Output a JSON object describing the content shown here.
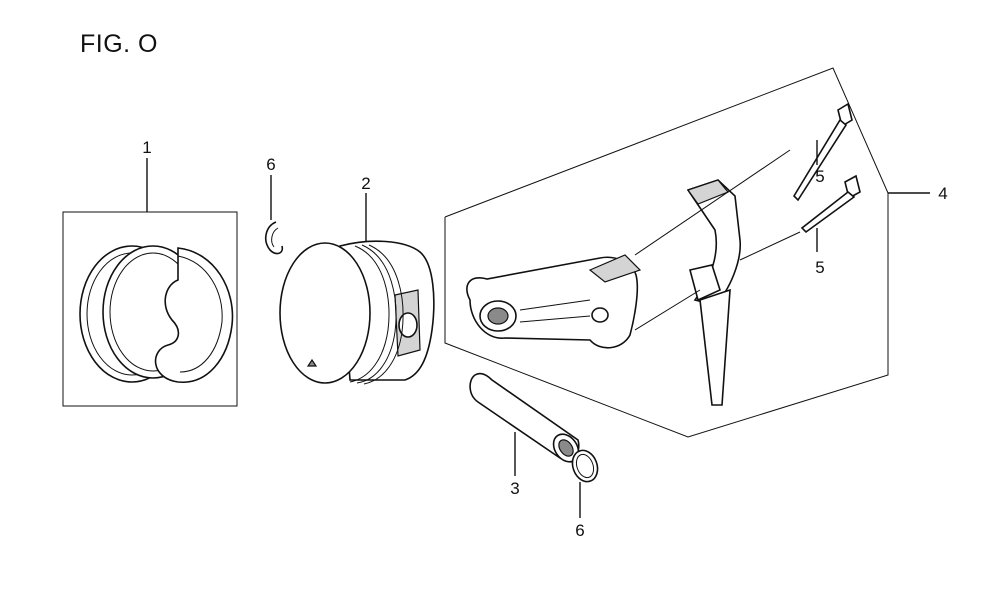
{
  "figure": {
    "title": "FIG. O"
  },
  "callouts": {
    "piston_ring_set": "1",
    "piston": "2",
    "piston_pin": "3",
    "connecting_rod_assy": "4",
    "rod_bolt_upper": "5",
    "rod_bolt_lower": "5",
    "pin_clip_upper": "6",
    "pin_clip_lower": "6"
  }
}
